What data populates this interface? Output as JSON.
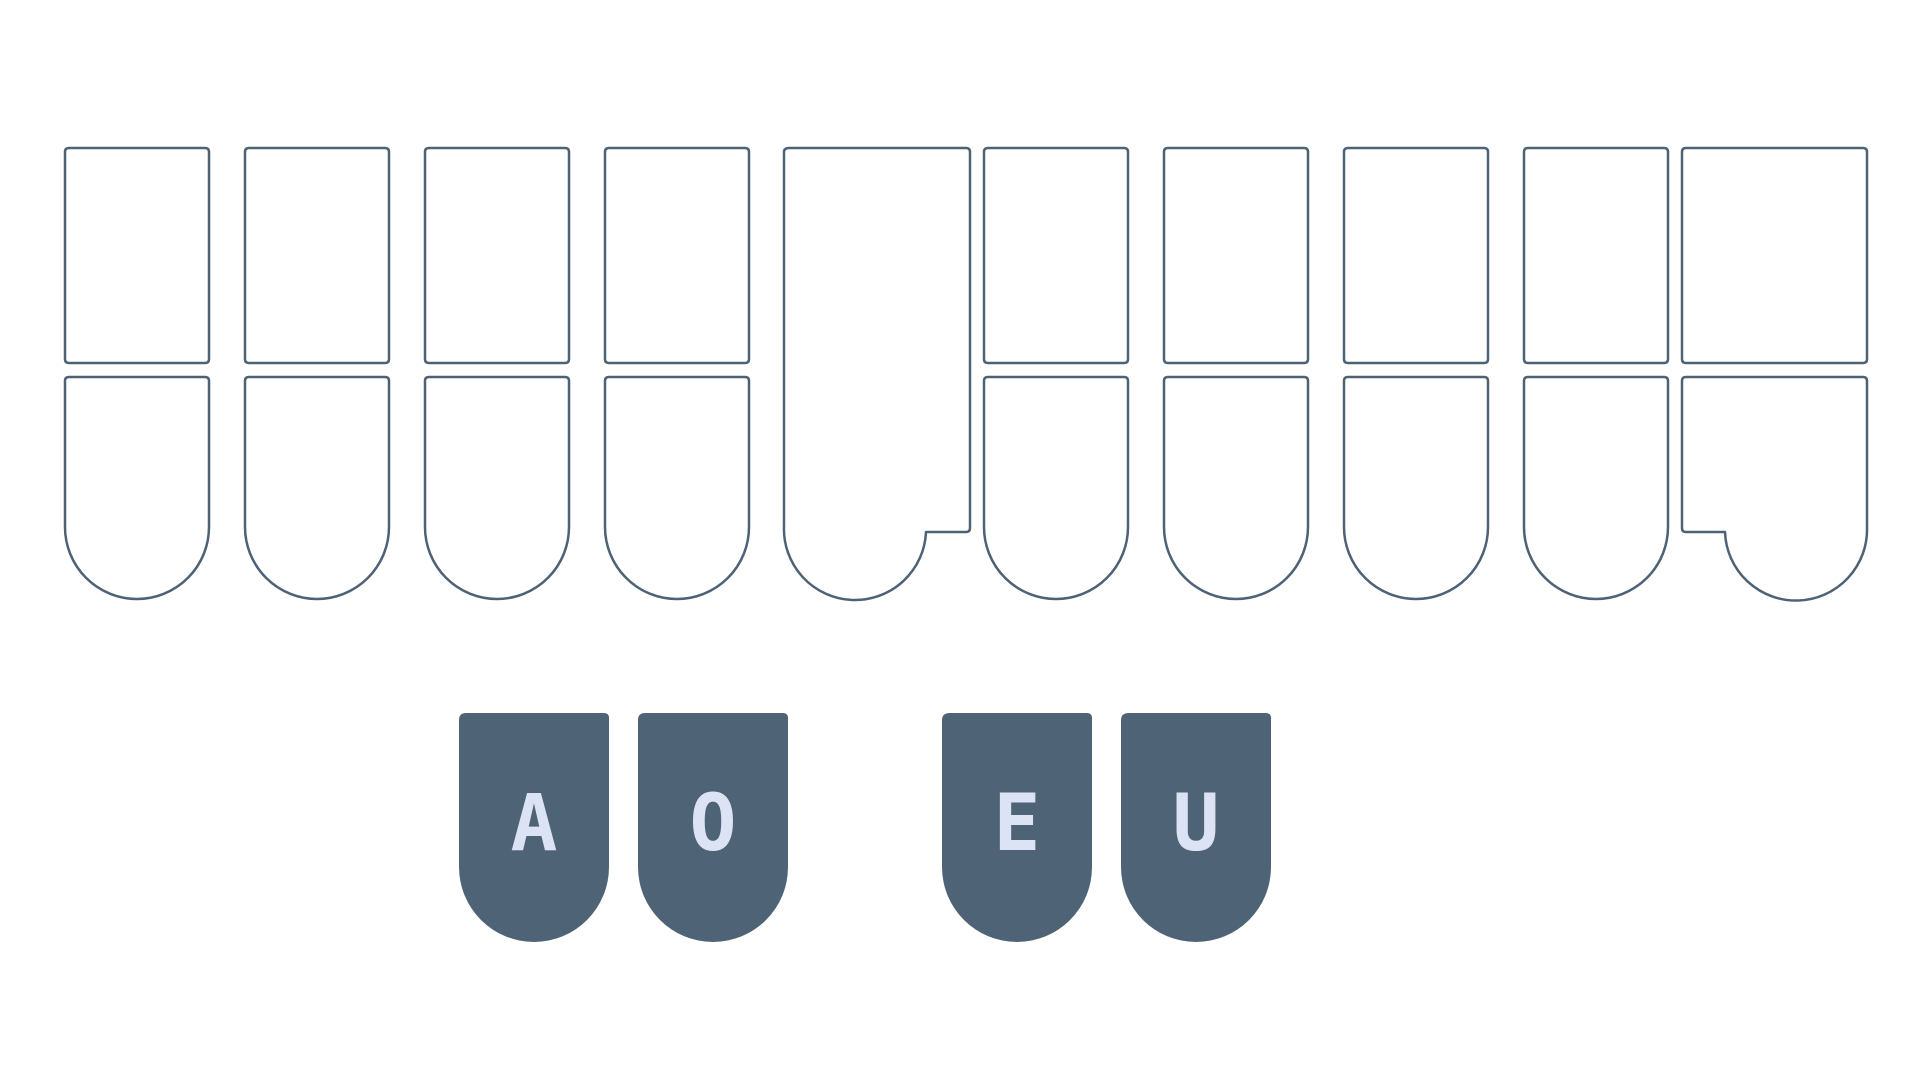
{
  "layout_name": "steno-keyboard",
  "colors": {
    "outline": "#4e6276",
    "background": "#ffffff",
    "vowel_fill": "#4f6376",
    "vowel_text": "#dce3f5"
  },
  "top_row": {
    "keys": [
      {
        "id": "top-1",
        "label": "",
        "pressed": false
      },
      {
        "id": "top-2",
        "label": "",
        "pressed": false
      },
      {
        "id": "top-3",
        "label": "",
        "pressed": false
      },
      {
        "id": "top-4",
        "label": "",
        "pressed": false
      },
      {
        "id": "star",
        "label": "",
        "pressed": false
      },
      {
        "id": "top-6",
        "label": "",
        "pressed": false
      },
      {
        "id": "top-7",
        "label": "",
        "pressed": false
      },
      {
        "id": "top-8",
        "label": "",
        "pressed": false
      },
      {
        "id": "top-9",
        "label": "",
        "pressed": false
      },
      {
        "id": "top-10",
        "label": "",
        "pressed": false
      }
    ]
  },
  "bottom_row": {
    "keys": [
      {
        "id": "bottom-1",
        "label": "",
        "pressed": false
      },
      {
        "id": "bottom-2",
        "label": "",
        "pressed": false
      },
      {
        "id": "bottom-3",
        "label": "",
        "pressed": false
      },
      {
        "id": "bottom-4",
        "label": "",
        "pressed": false
      },
      {
        "id": "bottom-6",
        "label": "",
        "pressed": false
      },
      {
        "id": "bottom-7",
        "label": "",
        "pressed": false
      },
      {
        "id": "bottom-8",
        "label": "",
        "pressed": false
      },
      {
        "id": "bottom-9",
        "label": "",
        "pressed": false
      },
      {
        "id": "bottom-10",
        "label": "",
        "pressed": false
      }
    ]
  },
  "vowels": {
    "keys": [
      {
        "id": "vowel-a",
        "label": "A",
        "pressed": true
      },
      {
        "id": "vowel-o",
        "label": "O",
        "pressed": true
      },
      {
        "id": "vowel-e",
        "label": "E",
        "pressed": true
      },
      {
        "id": "vowel-u",
        "label": "U",
        "pressed": true
      }
    ]
  }
}
